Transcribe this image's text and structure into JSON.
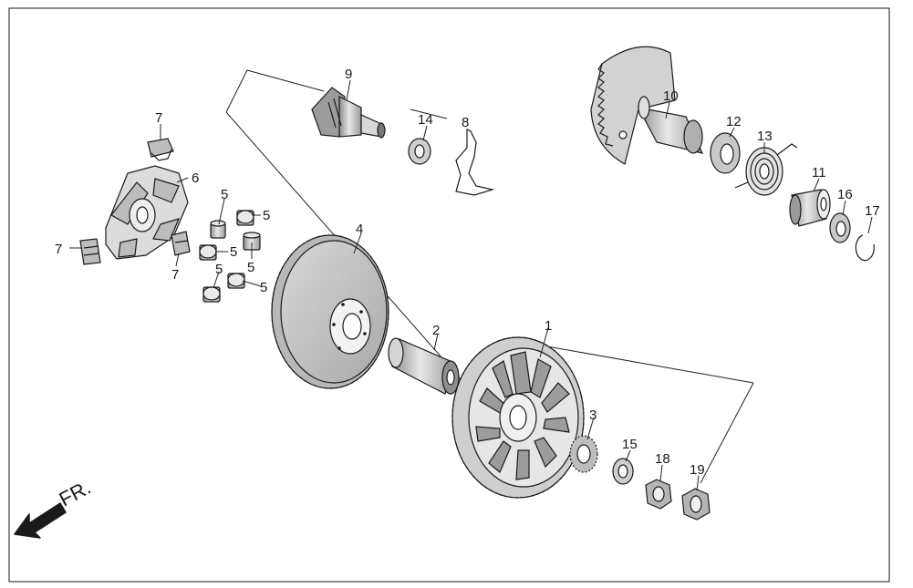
{
  "diagram": {
    "direction_label": "FR.",
    "callouts": [
      {
        "id": "c1",
        "text": "1"
      },
      {
        "id": "c2",
        "text": "2"
      },
      {
        "id": "c3",
        "text": "3"
      },
      {
        "id": "c4",
        "text": "4"
      },
      {
        "id": "c5a",
        "text": "5"
      },
      {
        "id": "c5b",
        "text": "5"
      },
      {
        "id": "c5c",
        "text": "5"
      },
      {
        "id": "c5d",
        "text": "5"
      },
      {
        "id": "c5e",
        "text": "5"
      },
      {
        "id": "c5f",
        "text": "5"
      },
      {
        "id": "c6",
        "text": "6"
      },
      {
        "id": "c7a",
        "text": "7"
      },
      {
        "id": "c7b",
        "text": "7"
      },
      {
        "id": "c7c",
        "text": "7"
      },
      {
        "id": "c8",
        "text": "8"
      },
      {
        "id": "c9",
        "text": "9"
      },
      {
        "id": "c10",
        "text": "10"
      },
      {
        "id": "c11",
        "text": "11"
      },
      {
        "id": "c12",
        "text": "12"
      },
      {
        "id": "c13",
        "text": "13"
      },
      {
        "id": "c14",
        "text": "14"
      },
      {
        "id": "c15",
        "text": "15"
      },
      {
        "id": "c16",
        "text": "16"
      },
      {
        "id": "c17",
        "text": "17"
      },
      {
        "id": "c18",
        "text": "18"
      },
      {
        "id": "c19",
        "text": "19"
      }
    ],
    "colors": {
      "line": "#1a1a1a",
      "shade": "#bdbdbd",
      "dark": "#7a7a7a",
      "light": "#e6e6e6"
    }
  }
}
